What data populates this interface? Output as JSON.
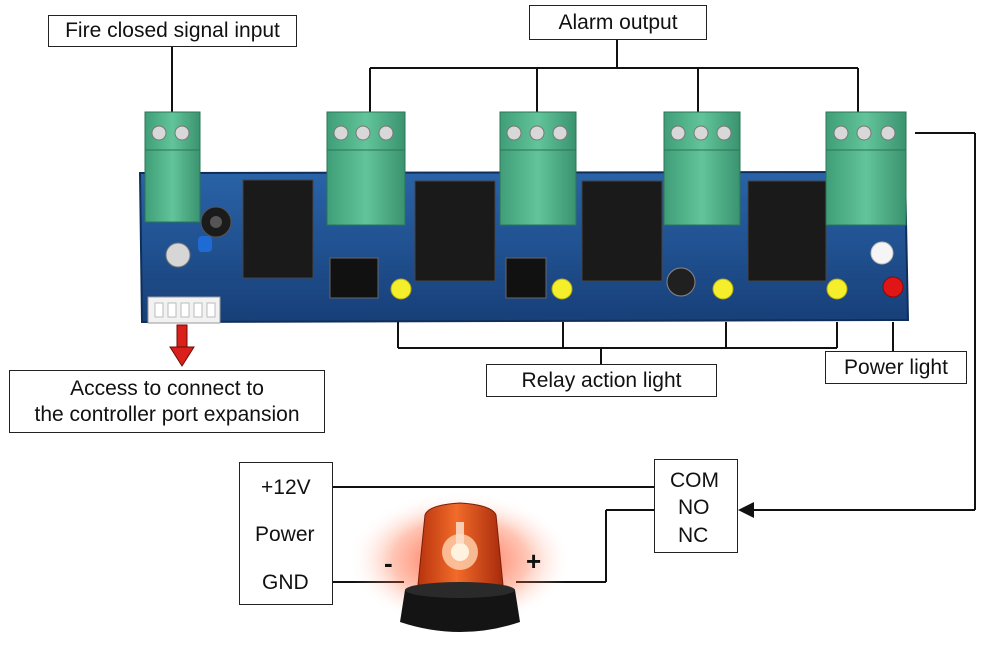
{
  "labels": {
    "fire_input": "Fire closed signal input",
    "alarm_output": "Alarm output",
    "relay_light": "Relay action light",
    "power_light": "Power light",
    "access_line1": "Access to connect to",
    "access_line2": "the controller port expansion"
  },
  "power_box": {
    "plus": "+12V",
    "name": "Power",
    "gnd": "GND"
  },
  "relay_box": {
    "com": "COM",
    "no": "NO",
    "nc": "NC"
  },
  "beacon": {
    "minus": "-",
    "plus": "+"
  },
  "colors": {
    "pcb": "#1d4f8f",
    "terminal": "#4fb38a",
    "wire": "#111111",
    "arrow_red": "#d9201a",
    "beacon": "#e8501a"
  }
}
